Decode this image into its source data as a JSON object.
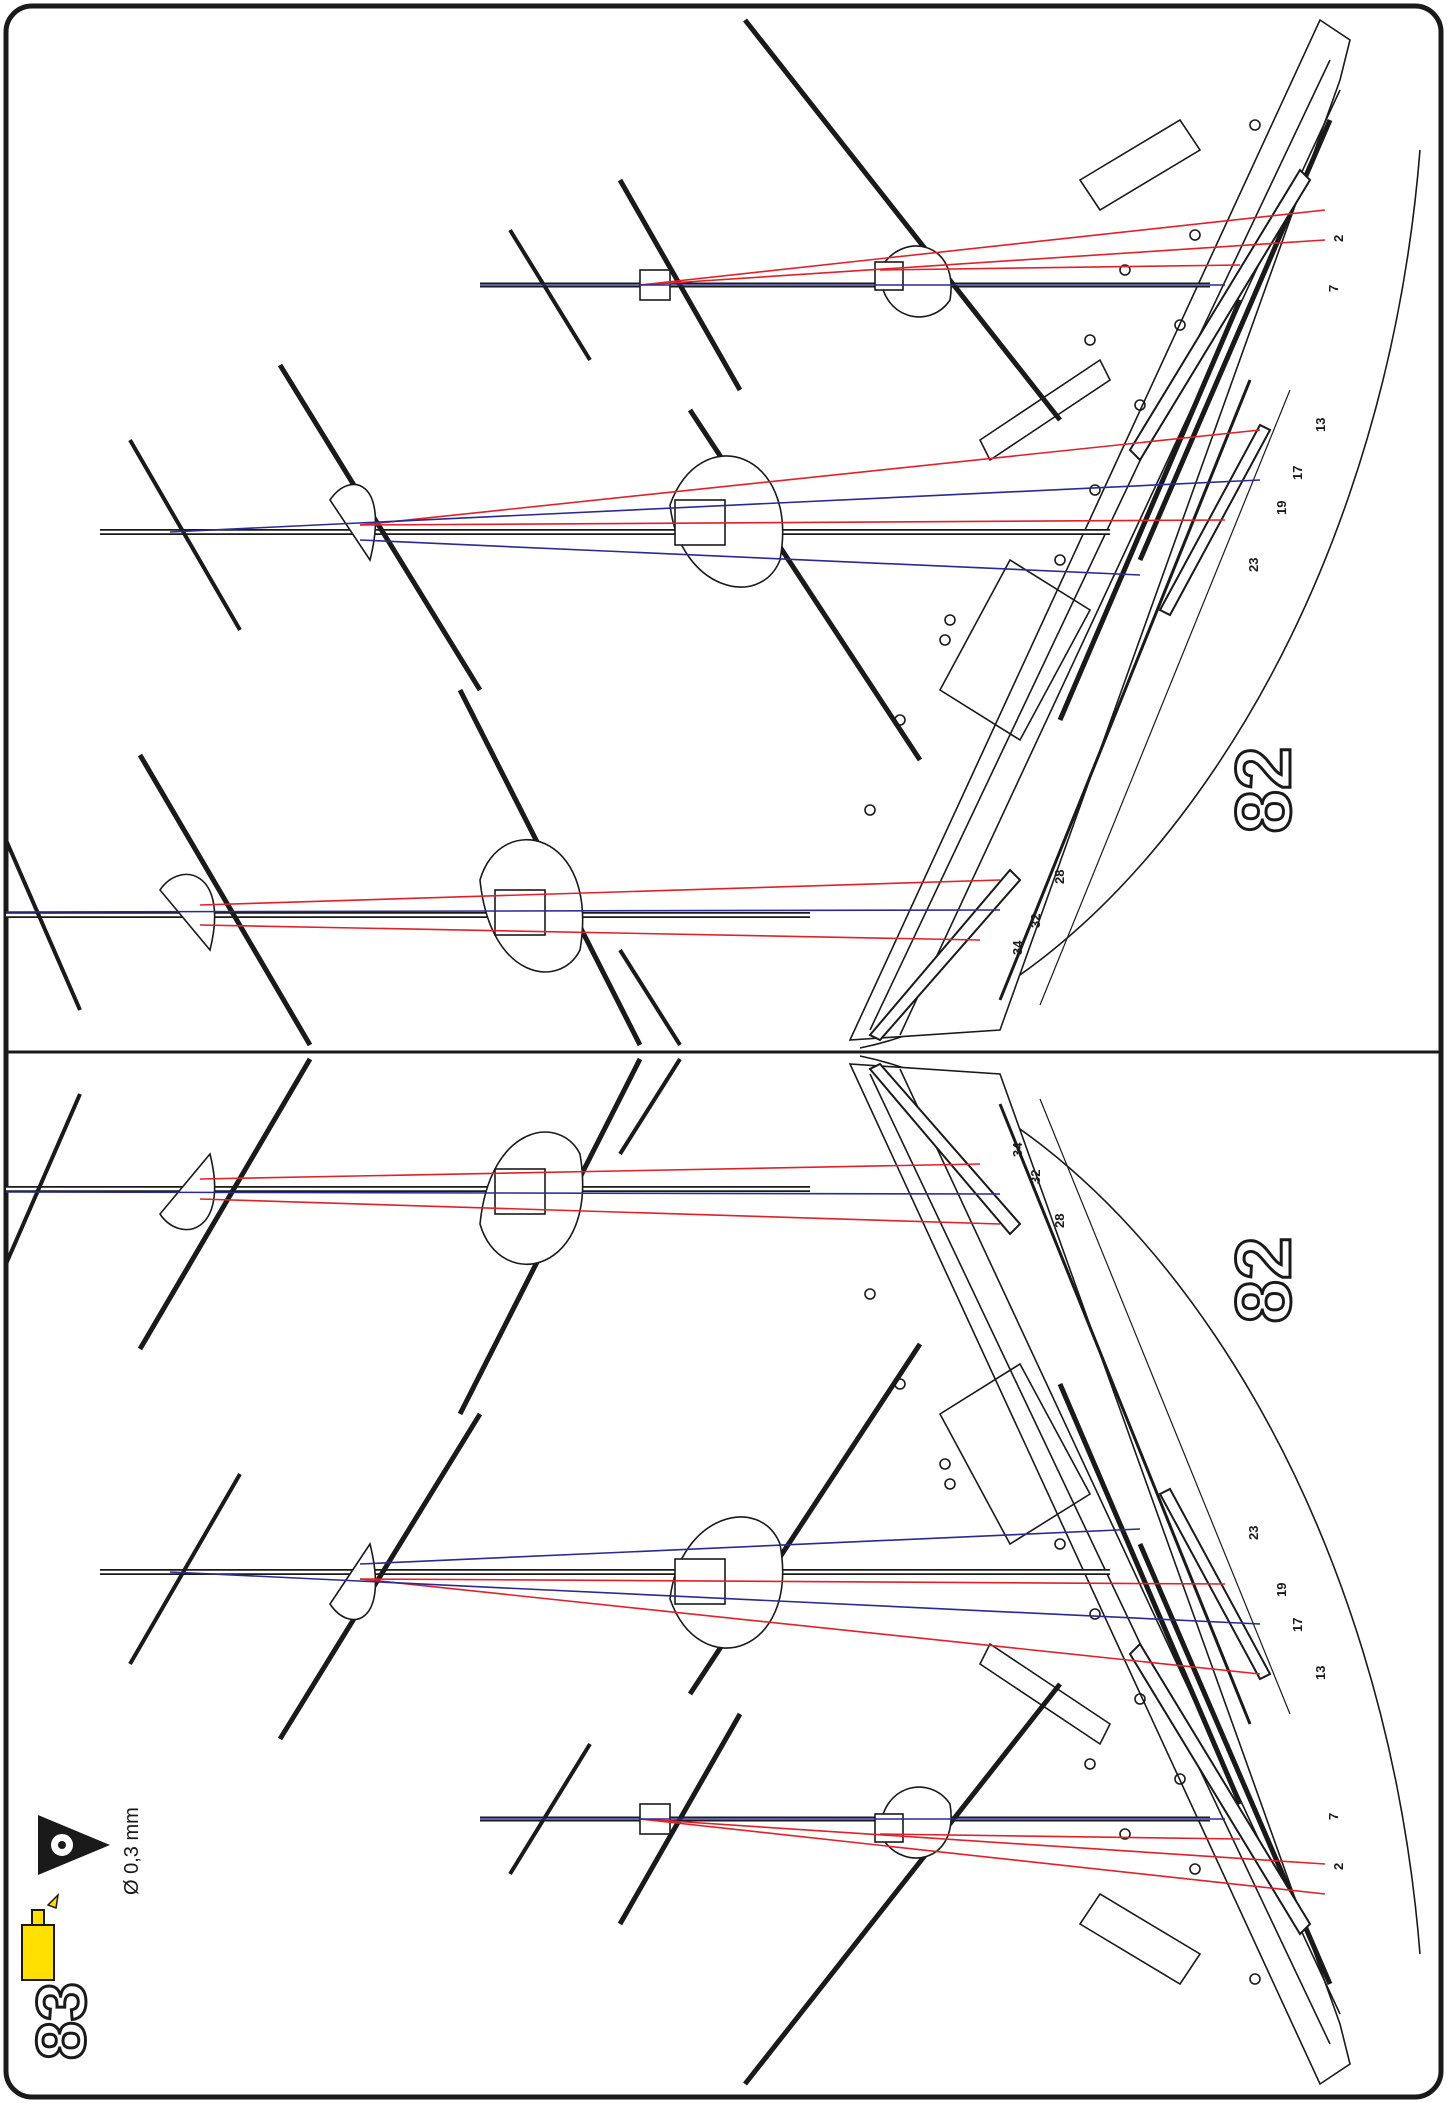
{
  "step_number": "83",
  "glue_icon": "glue-tube-icon",
  "thread_icon": "thread-spool-icon",
  "thread_spec": "Ø 0,3 mm",
  "panels": [
    {
      "id": "top",
      "part_number": "82",
      "belaying_labels": [
        "2",
        "7",
        "13",
        "17",
        "19",
        "23",
        "28",
        "32",
        "34"
      ]
    },
    {
      "id": "bottom",
      "part_number": "82",
      "belaying_labels": [
        "2",
        "7",
        "13",
        "17",
        "19",
        "23",
        "28",
        "32",
        "34"
      ]
    }
  ],
  "colors": {
    "outline": "#1a1a1a",
    "rigging_red": "#e0202a",
    "rigging_blue": "#2a2a90",
    "glue_yellow": "#ffe000"
  }
}
